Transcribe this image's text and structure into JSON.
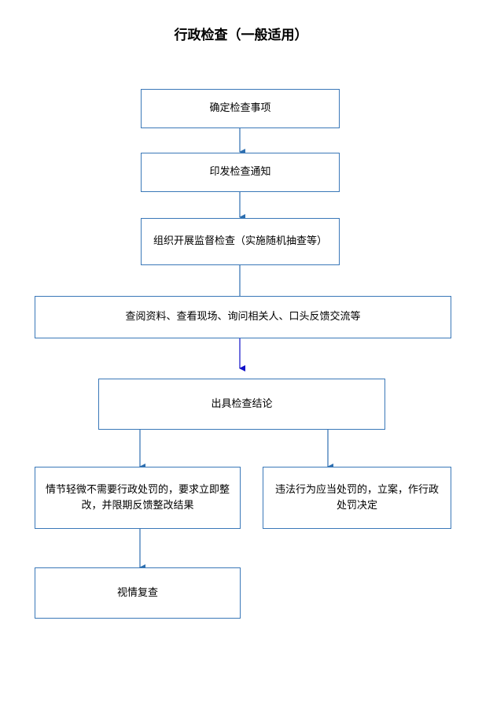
{
  "title": "行政检查（一般适用）",
  "colors": {
    "box_border": "#3a78b8",
    "arrow": "#2e6fb0",
    "arrow_dark": "#1010c8"
  },
  "steps": {
    "s1": "确定检查事项",
    "s2": "印发检查通知",
    "s3": "组织开展监督检查（实施随机抽查等）",
    "s4": "查阅资料、查看现场、询问相关人、口头反馈交流等",
    "s5": "出具检查结论",
    "s6": "情节轻微不需要行政处罚的，要求立即整改，并限期反馈整改结果",
    "s7": "违法行为应当处罚的，立案，作行政处罚决定",
    "s8": "视情复查"
  }
}
